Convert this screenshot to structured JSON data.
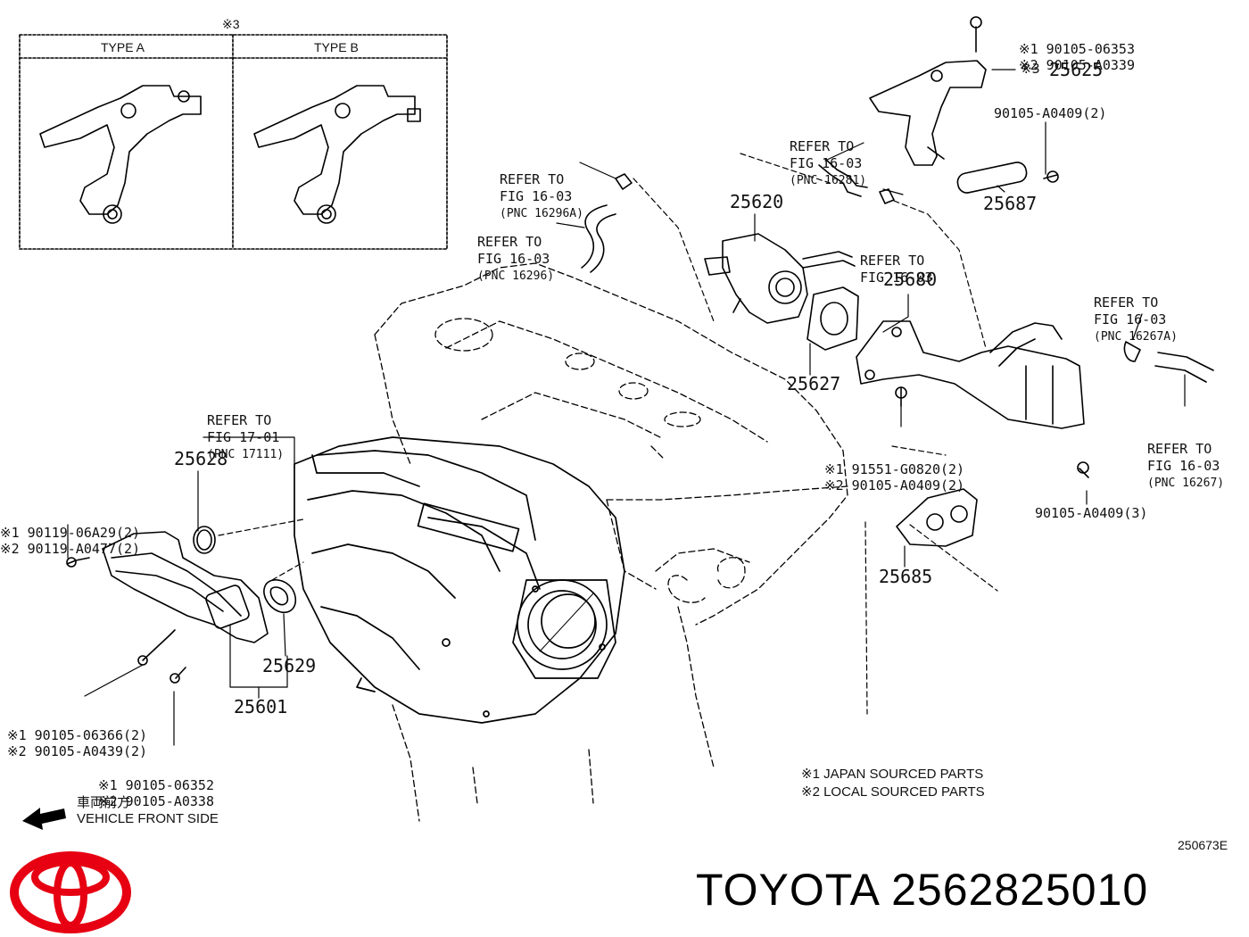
{
  "type_box": {
    "mark": "※3",
    "type_a": "TYPE A",
    "type_b": "TYPE B"
  },
  "refs": {
    "r1": {
      "line1": "REFER TO",
      "line2": "FIG 16-03",
      "line3": "(PNC 16296A)"
    },
    "r2": {
      "line1": "REFER TO",
      "line2": "FIG 16-03",
      "line3": "(PNC 16296)"
    },
    "r3": {
      "line1": "REFER TO",
      "line2": "FIG 16-03",
      "line3": "(PNC 16281)"
    },
    "r4": {
      "line1": "REFER TO",
      "line2": "FIG 16-03"
    },
    "r5": {
      "line1": "REFER TO",
      "line2": "FIG 16-03",
      "line3": "(PNC 16267A)"
    },
    "r6": {
      "line1": "REFER TO",
      "line2": "FIG 16-03",
      "line3": "(PNC 16267)"
    },
    "r7": {
      "line1": "REFER TO",
      "line2": "FIG 17-01",
      "line3": "(PNC 17111)"
    }
  },
  "parts": {
    "p25625": "25625",
    "p25625_mark": "※3",
    "p25620": "25620",
    "p25687": "25687",
    "p25680": "25680",
    "p25627": "25627",
    "p25628": "25628",
    "p25629": "25629",
    "p25601": "25601",
    "p25685": "25685"
  },
  "bolts": {
    "top1": "※1 90105-06353",
    "top2": "※2 90105-A0339",
    "b25687": "90105-A0409(2)",
    "mid1": "※1 91551-G0820(2)",
    "mid2": "※2 90105-A0409(2)",
    "right": "90105-A0409(3)",
    "left1": "※1 90119-06A29(2)",
    "left2": "※2 90119-A0477(2)",
    "low1": "※1 90105-06366(2)",
    "low2": "※2 90105-A0439(2)",
    "bot1": "※1 90105-06352",
    "bot2": "※2 90105-A0338"
  },
  "notes": {
    "n1": "※1 JAPAN SOURCED PARTS",
    "n2": "※2 LOCAL SOURCED PARTS"
  },
  "front": {
    "jp": "車両前方",
    "en": "VEHICLE FRONT SIDE"
  },
  "code": "250673E",
  "footer": {
    "brand": "TOYOTA",
    "part_number": "2562825010",
    "brand_color": "#e60012"
  }
}
